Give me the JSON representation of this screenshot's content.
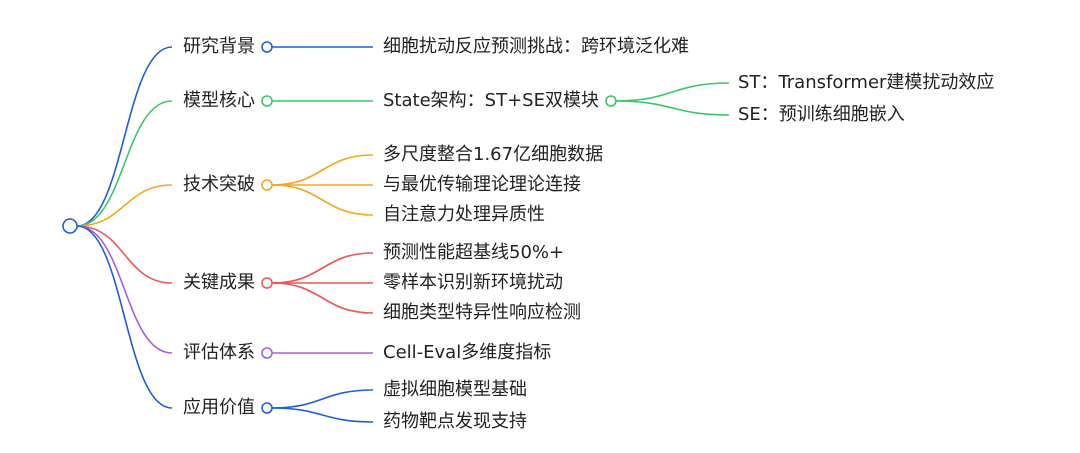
{
  "root": {
    "color": "#1f5fd6"
  },
  "branches": [
    {
      "label": "研究背景",
      "color": "#1f5fd6",
      "children": [
        {
          "label": "细胞扰动反应预测挑战：跨环境泛化难"
        }
      ]
    },
    {
      "label": "模型核心",
      "color": "#3cc66a",
      "children": [
        {
          "label": "State架构：ST+SE双模块",
          "children": [
            {
              "label": "ST：Transformer建模扰动效应"
            },
            {
              "label": "SE：预训练细胞嵌入"
            }
          ]
        }
      ]
    },
    {
      "label": "技术突破",
      "color": "#f5a623",
      "children": [
        {
          "label": "多尺度整合1.67亿细胞数据"
        },
        {
          "label": "与最优传输理论理论连接"
        },
        {
          "label": "自注意力处理异质性"
        }
      ]
    },
    {
      "label": "关键成果",
      "color": "#eb5757",
      "children": [
        {
          "label": "预测性能超基线50%+"
        },
        {
          "label": "零样本识别新环境扰动"
        },
        {
          "label": "细胞类型特异性响应检测"
        }
      ]
    },
    {
      "label": "评估体系",
      "color": "#a55ee6",
      "children": [
        {
          "label": "Cell-Eval多维度指标"
        }
      ]
    },
    {
      "label": "应用价值",
      "color": "#1f5fd6",
      "children": [
        {
          "label": "虚拟细胞模型基础"
        },
        {
          "label": "药物靶点发现支持"
        }
      ]
    }
  ]
}
